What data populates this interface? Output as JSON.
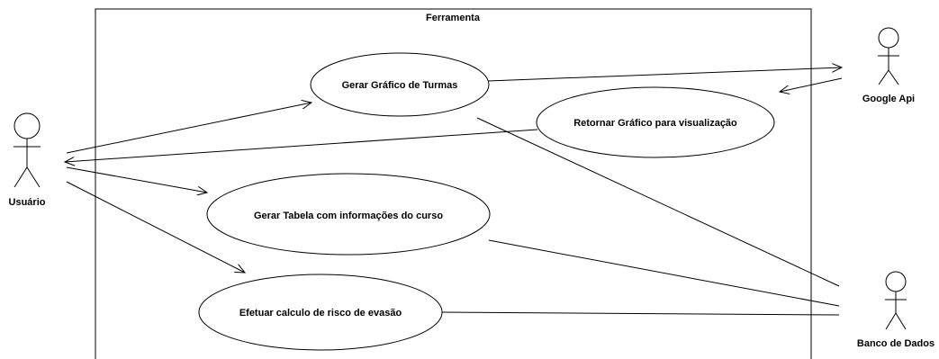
{
  "system": {
    "title": "Ferramenta"
  },
  "actors": {
    "usuario": "Usuário",
    "google_api": "Google Api",
    "banco_de_dados": "Banco de Dados"
  },
  "use_cases": {
    "gerar_grafico": "Gerar Gráfico de Turmas",
    "retornar_grafico": "Retornar Gráfico para visualização",
    "gerar_tabela": "Gerar Tabela com informações do curso",
    "efetuar_calculo": "Efetuar calculo de risco de evasão"
  },
  "colors": {
    "stroke": "#000000",
    "background": "#ffffff"
  }
}
